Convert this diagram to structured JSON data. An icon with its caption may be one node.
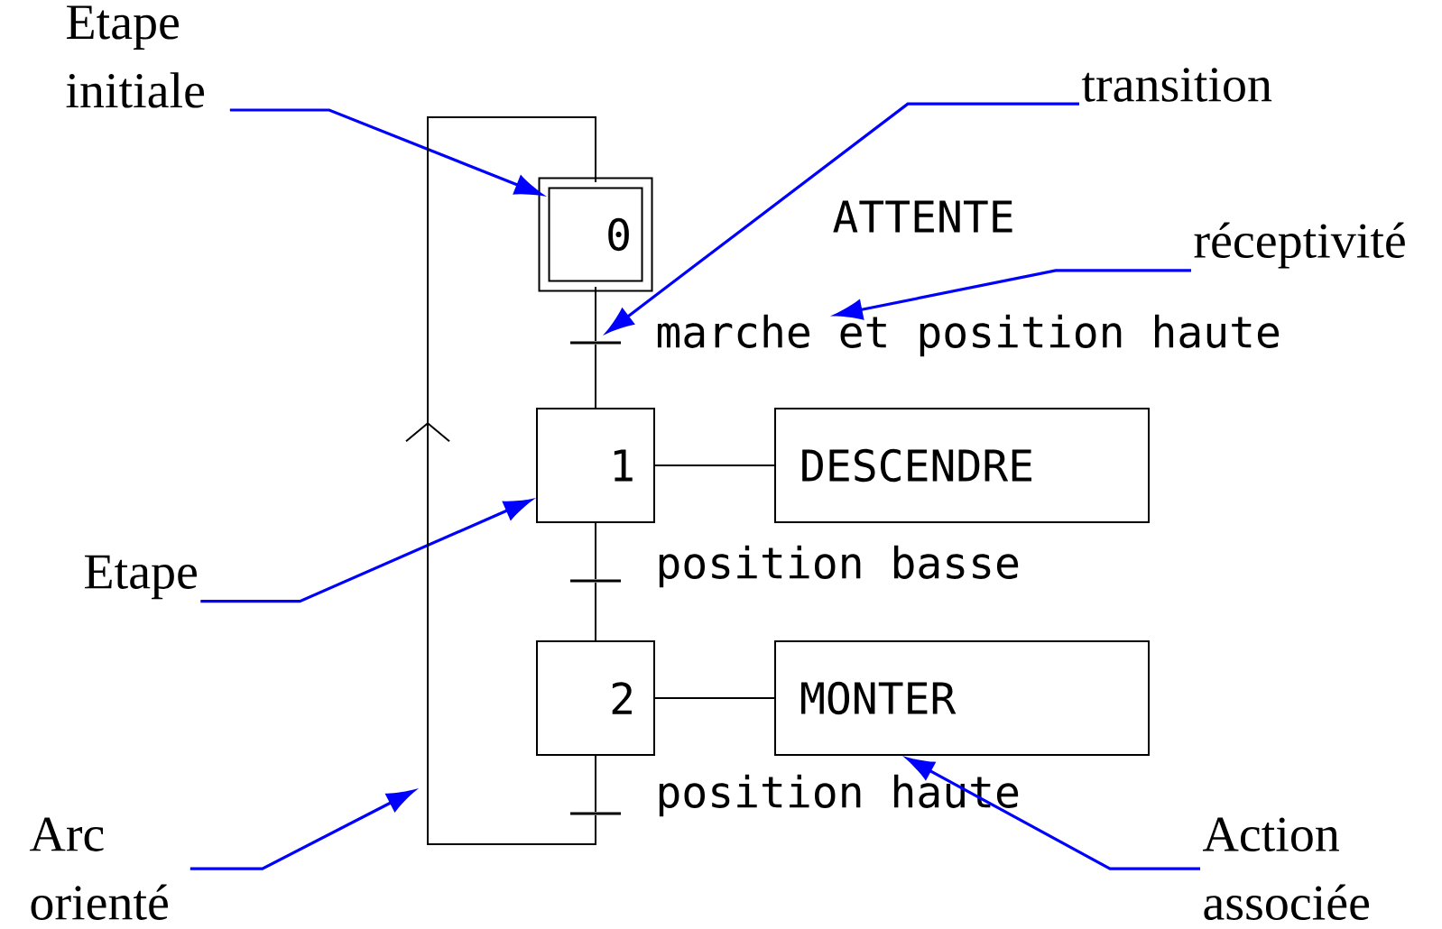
{
  "diagram": {
    "nodes": [
      {
        "text": [
          "Etape initiale"
        ]
      },
      {
        "text": [
          "0"
        ]
      },
      {
        "text": [
          "transition"
        ]
      },
      {
        "text": [],
        "shape": "bar"
      },
      {
        "text": [
          "réceptivité"
        ]
      },
      {
        "text": [
          "marche et position haute"
        ]
      },
      {
        "text": [
          "1"
        ]
      },
      {
        "text": [
          "DESCENDRE"
        ]
      },
      {
        "text": [
          "Etape"
        ]
      },
      {
        "text": [],
        "shape": "bar"
      },
      {
        "text": [
          "2"
        ]
      },
      {
        "text": [
          "MONTER"
        ]
      },
      {
        "text": [],
        "shape": "bar"
      },
      {
        "text": [
          "Action associée"
        ]
      },
      {
        "text": [
          "Arc orienté"
        ]
      }
    ],
    "edges": [
      {
        "from": 0,
        "to": 1,
        "arrow": "to",
        "color": "#0000ff"
      },
      {
        "from": 2,
        "to": 3,
        "arrow": "to",
        "color": "#0000ff"
      },
      {
        "from": 4,
        "to": 5,
        "arrow": "to",
        "color": "#0000ff"
      },
      {
        "from": 8,
        "to": 6,
        "arrow": "to",
        "color": "#0000ff"
      },
      {
        "from": 14,
        "to": null,
        "arrow": "to",
        "color": "#0000ff"
      },
      {
        "from": 13,
        "to": 11,
        "arrow": "to",
        "color": "#0000ff"
      },
      {
        "from": 1,
        "to": 3,
        "arrow": "none"
      },
      {
        "from": 3,
        "to": 6,
        "arrow": "none"
      },
      {
        "from": 6,
        "to": 7,
        "arrow": "none"
      },
      {
        "from": 6,
        "to": 9,
        "arrow": "none"
      },
      {
        "from": 9,
        "to": 10,
        "arrow": "none"
      },
      {
        "from": 10,
        "to": 11,
        "arrow": "none"
      },
      {
        "from": 10,
        "to": 12,
        "arrow": "none"
      },
      {
        "from": 12,
        "to": 1,
        "arrow": "to"
      }
    ],
    "labels": [
      "ATTENTE",
      "position basse",
      "position haute"
    ]
  }
}
